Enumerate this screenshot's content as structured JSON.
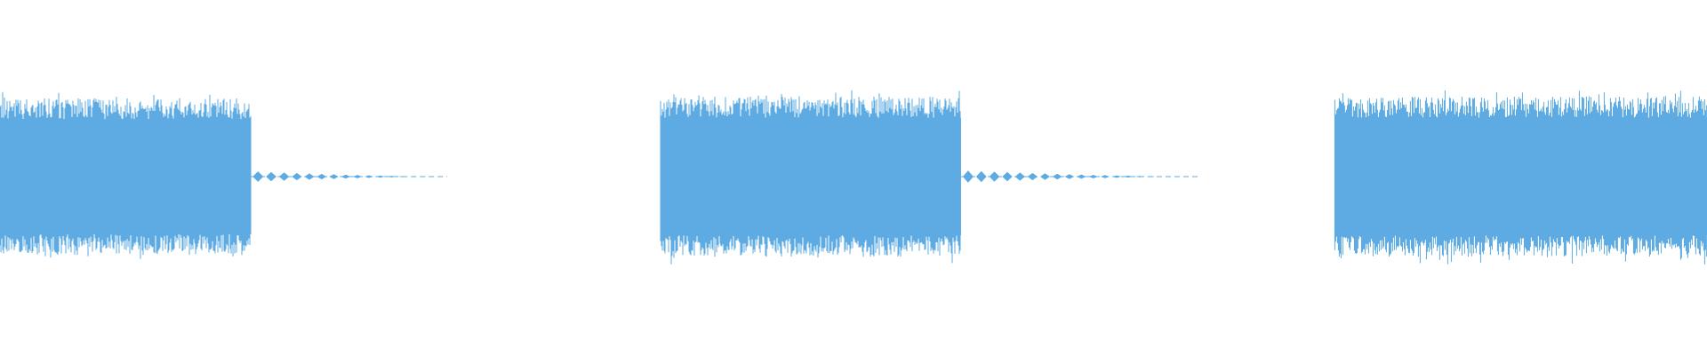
{
  "waveform": {
    "color": "#5dabe2",
    "background": "#ffffff",
    "segments": [
      {
        "type": "burst",
        "start": 0.0,
        "end": 0.147,
        "amplitude": 0.9
      },
      {
        "type": "tail",
        "start": 0.147,
        "end": 0.262,
        "amplitude": 0.06
      },
      {
        "type": "silence",
        "start": 0.262,
        "end": 0.387
      },
      {
        "type": "burst",
        "start": 0.387,
        "end": 0.563,
        "amplitude": 0.92
      },
      {
        "type": "tail",
        "start": 0.563,
        "end": 0.702,
        "amplitude": 0.07
      },
      {
        "type": "silence",
        "start": 0.702,
        "end": 0.782
      },
      {
        "type": "burst",
        "start": 0.782,
        "end": 1.0,
        "amplitude": 0.92
      }
    ]
  }
}
